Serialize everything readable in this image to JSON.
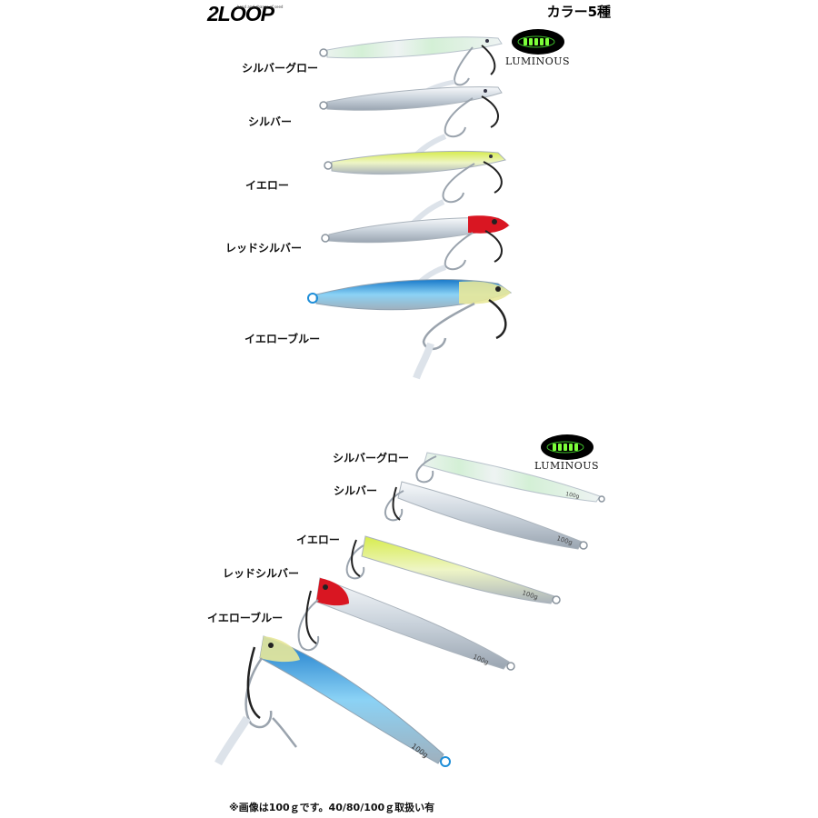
{
  "brand": {
    "logo": "2LOOP",
    "tagline": "bond and chance of seed"
  },
  "header": {
    "title": "カラー5種"
  },
  "luminous_badge": {
    "label": "LUMINOUS"
  },
  "lures": [
    {
      "name": "シルバーグロー",
      "accent": "#d9f2dc",
      "body": "#e8f2ef"
    },
    {
      "name": "シルバー",
      "accent": "#d5dde6",
      "body": "#eef2f6"
    },
    {
      "name": "イエロー",
      "accent": "#c7e23a",
      "body": "#e9f4b6"
    },
    {
      "name": "レッドシルバー",
      "accent": "#d91622",
      "body": "#e3e8ee"
    },
    {
      "name": "イエローブルー",
      "accent": "#1e8ed8",
      "body": "#9fd2f2"
    }
  ],
  "weight_mark": "100g",
  "footnote": "※画像は100ｇです。40/80/100ｇ取扱い有"
}
